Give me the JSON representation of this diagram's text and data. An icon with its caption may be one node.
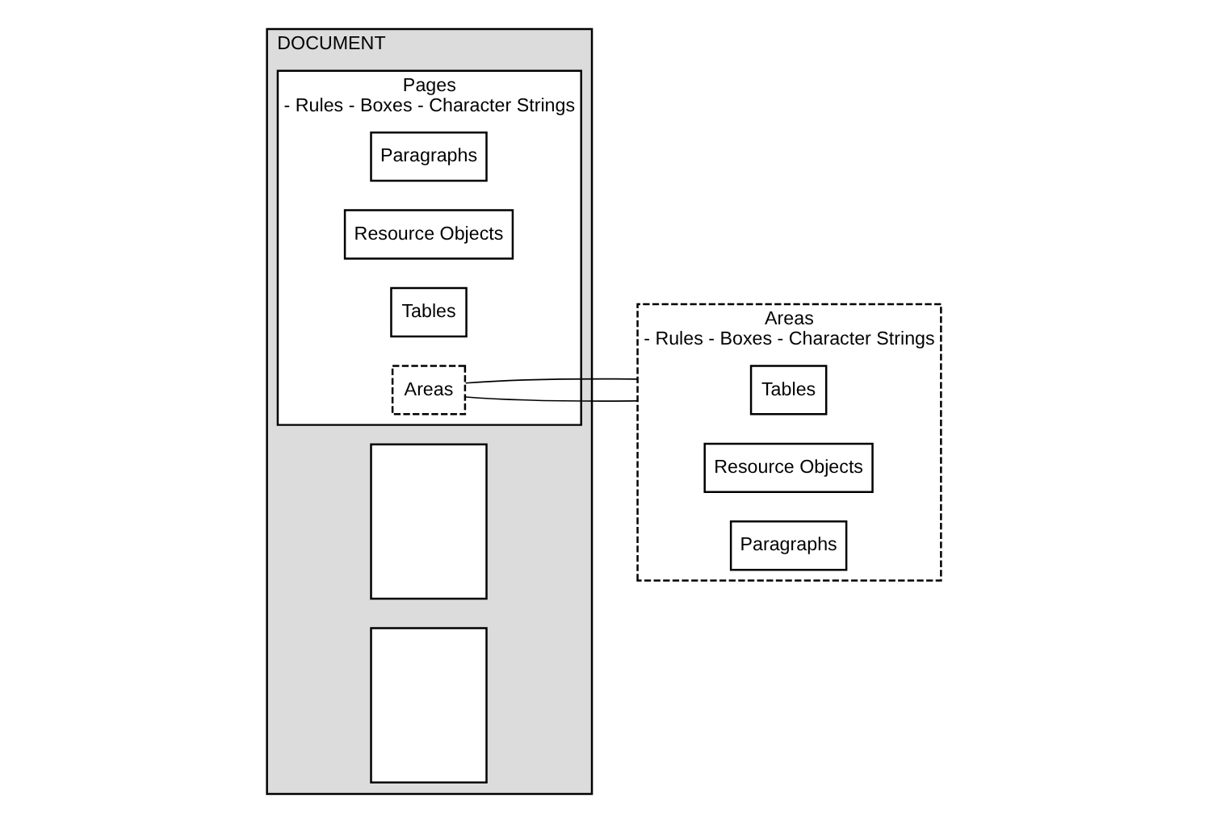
{
  "diagram": {
    "nodes": [
      {
        "text": [
          "DOCUMENT"
        ]
      },
      {
        "text": [],
        "shape": "box",
        "in": 0
      },
      {
        "text": [],
        "shape": "box",
        "in": 0
      },
      {
        "text": [
          "Pages",
          "- Rules - Boxes - Character Strings"
        ],
        "in": 0
      },
      {
        "text": [
          "Paragraphs"
        ],
        "in": 3
      },
      {
        "text": [
          "Resource Objects"
        ],
        "in": 3
      },
      {
        "text": [
          "Tables"
        ],
        "in": 3
      },
      {
        "text": [
          "Areas"
        ],
        "in": 3
      },
      {
        "text": [
          "Areas",
          "- Rules - Boxes - Character Strings"
        ]
      },
      {
        "text": [
          "Tables"
        ],
        "in": 8
      },
      {
        "text": [
          "Resource Objects"
        ],
        "in": 8
      },
      {
        "text": [
          "Paragraphs"
        ],
        "in": 8
      }
    ],
    "edges": [
      {
        "from": 7,
        "to": 8,
        "arrow": "none"
      },
      {
        "from": 7,
        "to": 8,
        "arrow": "none"
      }
    ]
  }
}
